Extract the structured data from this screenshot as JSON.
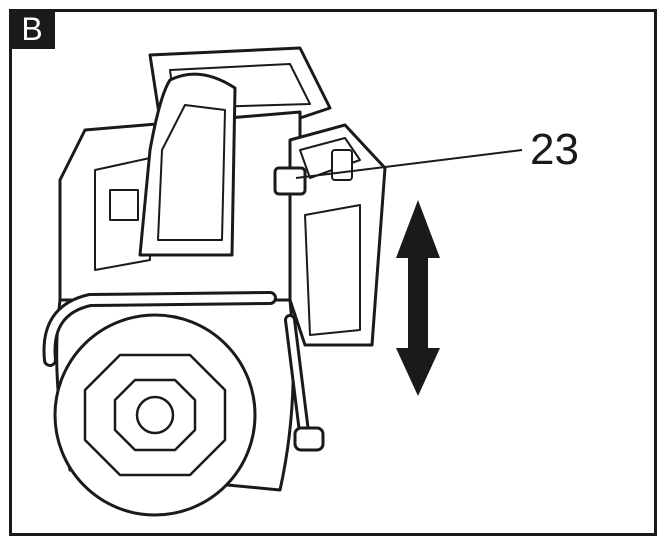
{
  "figure": {
    "panel_label": "B",
    "callouts": [
      {
        "label": "23",
        "target": "latch-release-button"
      }
    ],
    "colors": {
      "ink": "#1a1a1a",
      "paper": "#ffffff"
    }
  }
}
